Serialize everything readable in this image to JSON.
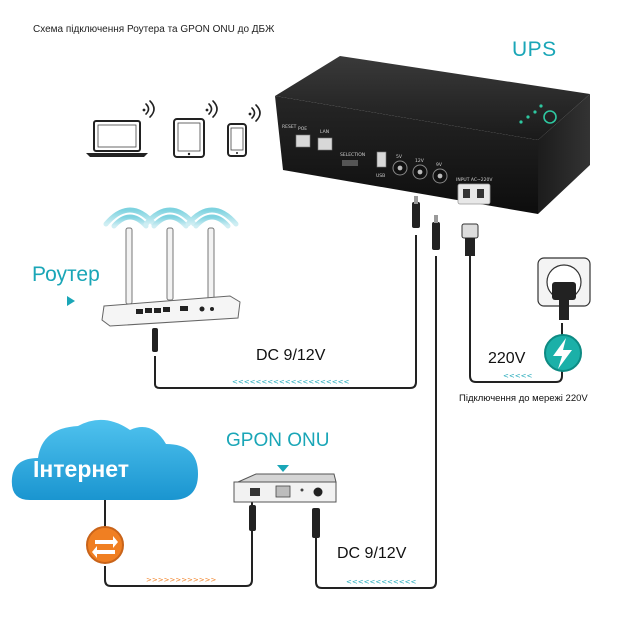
{
  "caption": "Схема підключення Роутера та GPON ONU до ДБЖ",
  "labels": {
    "ups": "UPS",
    "router": "Роутер",
    "gpon": "GPON ONU",
    "internet": "Інтернет",
    "dc_router": "DC 9/12V",
    "dc_onu": "DC 9/12V",
    "mains_voltage": "220V",
    "mains_caption": "Підключення до мережі 220V"
  },
  "ups_panel": {
    "reset": "RESET",
    "poe": "POE",
    "lan": "LAN",
    "selection": "SELECTION",
    "usb": "USB",
    "port_5v": "5V",
    "port_12v": "12V",
    "port_9v": "9V",
    "input": "INPUT AC~220V"
  },
  "colors": {
    "accent": "#1aa6b7",
    "cloud": "#23a6dc",
    "bolt_circle": "#1bb0a8",
    "exchange_circle": "#f07f22",
    "cable": "#222222"
  },
  "icons": [
    "laptop-icon",
    "tablet-icon",
    "phone-icon",
    "wifi-icon",
    "lightning-icon",
    "exchange-icon"
  ]
}
